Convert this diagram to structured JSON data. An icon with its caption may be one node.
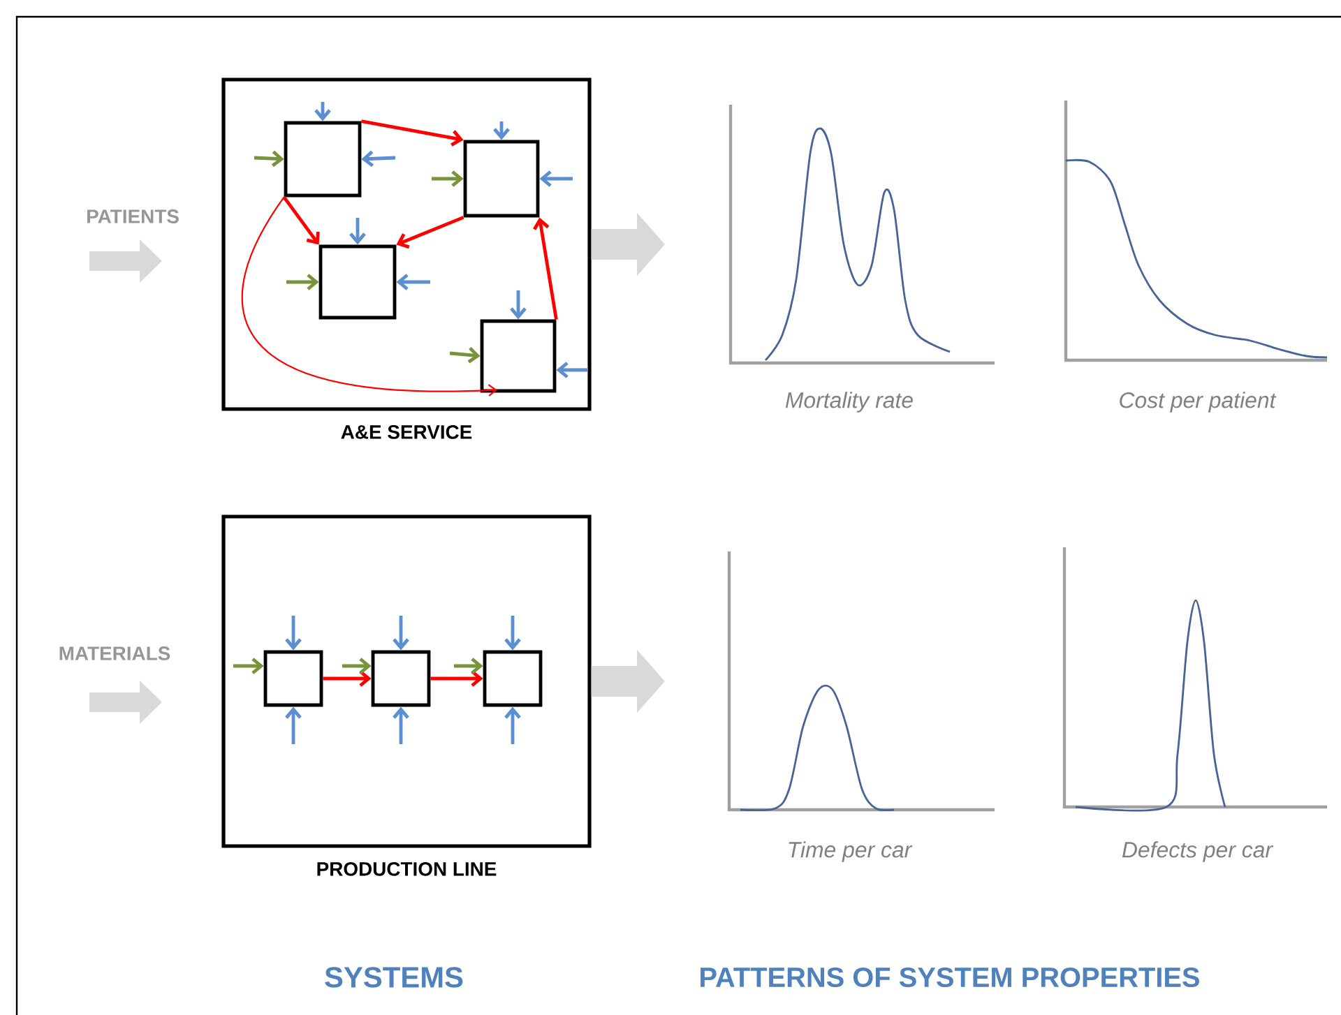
{
  "diagram": {
    "nodes": [
      {
        "text": [
          "A&E SERVICE"
        ]
      },
      {
        "text": [],
        "shape": "box",
        "in": 0
      },
      {
        "text": [],
        "shape": "box",
        "in": 0
      },
      {
        "text": [],
        "shape": "box",
        "in": 0
      },
      {
        "text": [],
        "shape": "box",
        "in": 0
      },
      {
        "text": [
          "PRODUCTION LINE"
        ]
      },
      {
        "text": [],
        "shape": "box",
        "in": 5
      },
      {
        "text": [],
        "shape": "box",
        "in": 5
      },
      {
        "text": [],
        "shape": "box",
        "in": 5
      }
    ],
    "edges": [
      {
        "from": 1,
        "to": 2,
        "arrow": "to",
        "color": "#ff0000"
      },
      {
        "from": 1,
        "to": 3,
        "arrow": "to",
        "color": "#ff0000"
      },
      {
        "from": 2,
        "to": 3,
        "arrow": "to",
        "color": "#ff0000"
      },
      {
        "from": 4,
        "to": 2,
        "arrow": "to",
        "color": "#ff0000"
      },
      {
        "from": 1,
        "to": 4,
        "arrow": "to",
        "color": "#ff0000"
      },
      {
        "from": null,
        "to": 1,
        "arrow": "to",
        "color": "#5b8fd0"
      },
      {
        "from": null,
        "to": 1,
        "arrow": "to",
        "color": "#77933c"
      },
      {
        "from": null,
        "to": 1,
        "arrow": "to",
        "color": "#5b8fd0"
      },
      {
        "from": null,
        "to": 2,
        "arrow": "to",
        "color": "#5b8fd0"
      },
      {
        "from": null,
        "to": 2,
        "arrow": "to",
        "color": "#77933c"
      },
      {
        "from": null,
        "to": 2,
        "arrow": "to",
        "color": "#5b8fd0"
      },
      {
        "from": null,
        "to": 3,
        "arrow": "to",
        "color": "#5b8fd0"
      },
      {
        "from": null,
        "to": 3,
        "arrow": "to",
        "color": "#77933c"
      },
      {
        "from": null,
        "to": 3,
        "arrow": "to",
        "color": "#5b8fd0"
      },
      {
        "from": null,
        "to": 4,
        "arrow": "to",
        "color": "#5b8fd0"
      },
      {
        "from": null,
        "to": 4,
        "arrow": "to",
        "color": "#77933c"
      },
      {
        "from": null,
        "to": 4,
        "arrow": "to",
        "color": "#5b8fd0"
      },
      {
        "from": 6,
        "to": 7,
        "arrow": "to",
        "color": "#ff0000"
      },
      {
        "from": 7,
        "to": 8,
        "arrow": "to",
        "color": "#ff0000"
      },
      {
        "from": null,
        "to": 6,
        "arrow": "to",
        "color": "#5b8fd0"
      },
      {
        "from": null,
        "to": 6,
        "arrow": "to",
        "color": "#77933c"
      },
      {
        "from": null,
        "to": 6,
        "arrow": "to",
        "color": "#5b8fd0"
      },
      {
        "from": null,
        "to": 7,
        "arrow": "to",
        "color": "#5b8fd0"
      },
      {
        "from": null,
        "to": 7,
        "arrow": "to",
        "color": "#77933c"
      },
      {
        "from": null,
        "to": 7,
        "arrow": "to",
        "color": "#5b8fd0"
      },
      {
        "from": null,
        "to": 8,
        "arrow": "to",
        "color": "#5b8fd0"
      },
      {
        "from": null,
        "to": 8,
        "arrow": "to",
        "color": "#77933c"
      },
      {
        "from": null,
        "to": 8,
        "arrow": "to",
        "color": "#5b8fd0"
      },
      {
        "from": 0,
        "to": null,
        "arrow": "to",
        "style": "thick",
        "color": "#d9d9d9"
      },
      {
        "from": 5,
        "to": null,
        "arrow": "to",
        "style": "thick",
        "color": "#d9d9d9"
      }
    ],
    "labels": [
      "PATIENTS",
      "Mortality rate",
      "Cost per patient",
      "MATERIALS",
      "Time per car",
      "Defects per car",
      "SYSTEMS",
      "PATTERNS OF SYSTEM PROPERTIES"
    ]
  }
}
